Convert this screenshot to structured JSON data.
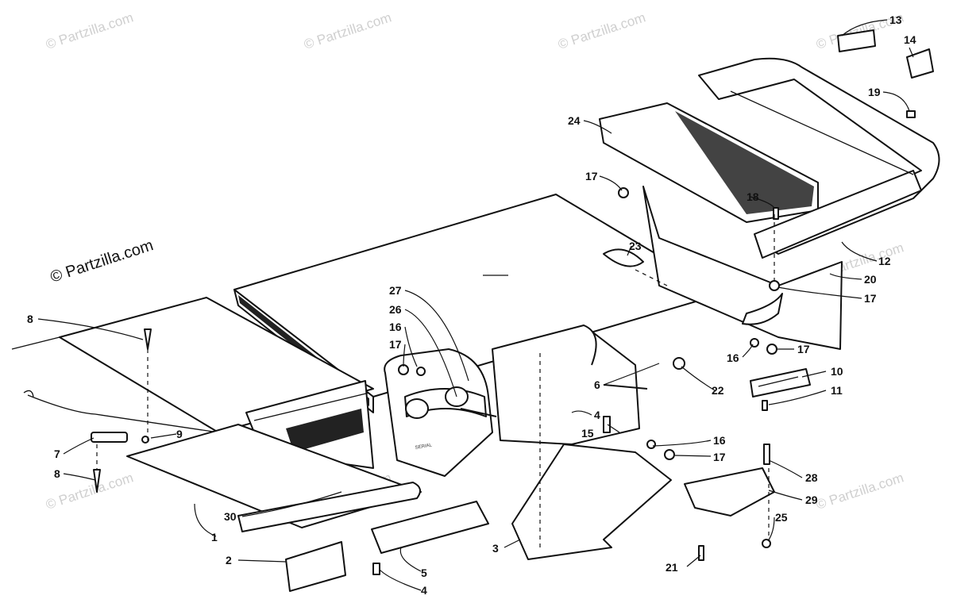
{
  "watermark": {
    "main": "© Partzilla.com",
    "faded": "© Partzilla.com"
  },
  "callouts": {
    "c1": "1",
    "c2": "2",
    "c3": "3",
    "c4a": "4",
    "c4b": "4",
    "c5": "5",
    "c6": "6",
    "c7": "7",
    "c8a": "8",
    "c8b": "8",
    "c9": "9",
    "c10": "10",
    "c11": "11",
    "c12": "12",
    "c13": "13",
    "c14": "14",
    "c15": "15",
    "c16a": "16",
    "c16b": "16",
    "c16c": "16",
    "c17a": "17",
    "c17b": "17",
    "c17c": "17",
    "c17d": "17",
    "c17e": "17",
    "c18": "18",
    "c19": "19",
    "c20": "20",
    "c21": "21",
    "c22": "22",
    "c23": "23",
    "c24": "24",
    "c25": "25",
    "c26": "26",
    "c27": "27",
    "c28": "28",
    "c29": "29",
    "c30": "30"
  },
  "label_plate": "SERIAL"
}
